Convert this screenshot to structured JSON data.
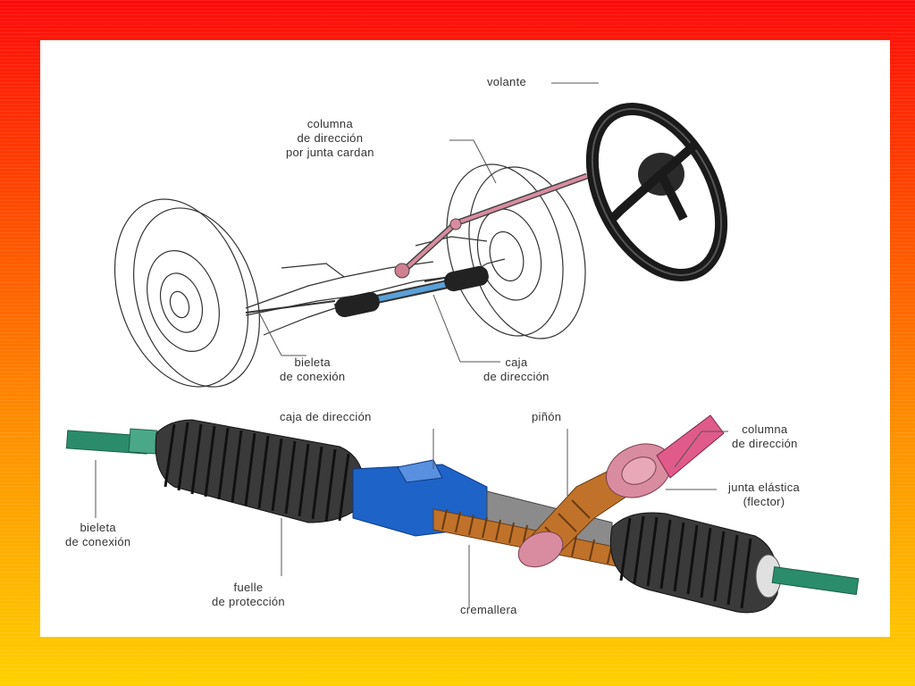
{
  "colors": {
    "frame_top": "#ff0a0a",
    "frame_bottom": "#ffd000",
    "panel": "#ffffff",
    "rack_housing": "#1e63c8",
    "shaft": "#d98ca0",
    "tie_rod": "#2a8c6a",
    "gear_copper": "#c0722a"
  },
  "labels": {
    "volante": "volante",
    "columna_cardan": [
      "columna",
      "de dirección",
      "por junta cardan"
    ],
    "bieleta_top": [
      "bieleta",
      "de conexión"
    ],
    "caja_top": [
      "caja",
      "de dirección"
    ],
    "caja_bottom": "caja de dirección",
    "pinon": "piñón",
    "columna_bottom": [
      "columna",
      "de dirección"
    ],
    "junta_elastica": [
      "junta elástica",
      "(flector)"
    ],
    "bieleta_bottom": [
      "bieleta",
      "de conexión"
    ],
    "fuelle": [
      "fuelle",
      "de protección"
    ],
    "cremallera": "cremallera"
  }
}
